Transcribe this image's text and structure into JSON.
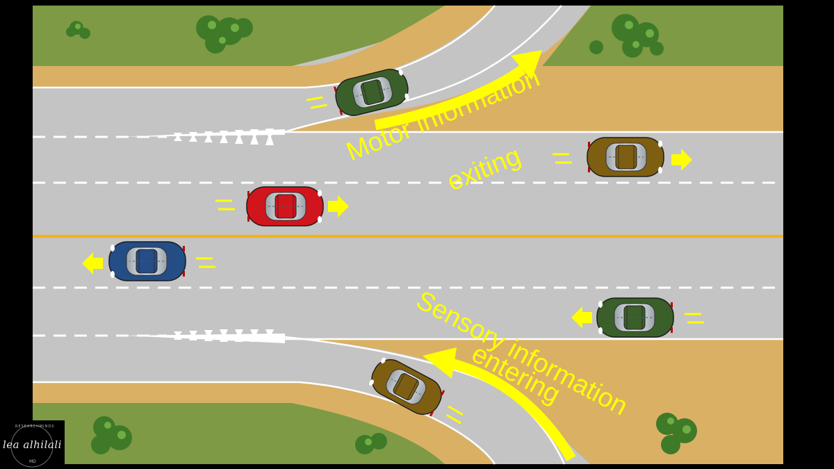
{
  "labels": {
    "motor_line1": "Motor information",
    "motor_line2": "exiting",
    "sensory_line1": "Sensory information",
    "sensory_line2": "entering"
  },
  "logo": {
    "signature": "lea alhilali",
    "tagline": "RESEARCHMINDS",
    "suffix": "MD"
  },
  "colors": {
    "background": "#000000",
    "road": "#c4c4c4",
    "grass": "#7e9a44",
    "shoulder": "#dab065",
    "lane_marking": "#ffffff",
    "center_line": "#f5b400",
    "annotation": "#ffff00",
    "car_red": "#d0161c",
    "car_blue": "#254d86",
    "car_green": "#3b5f2a",
    "car_brown": "#7e5f12"
  },
  "cars": [
    {
      "name": "car-green-ramp",
      "color": "green",
      "direction": "exiting-up-right"
    },
    {
      "name": "car-brown-top",
      "color": "brown",
      "direction": "right"
    },
    {
      "name": "car-red",
      "color": "red",
      "direction": "right"
    },
    {
      "name": "car-blue",
      "color": "blue",
      "direction": "left"
    },
    {
      "name": "car-green-bottom",
      "color": "green",
      "direction": "left"
    },
    {
      "name": "car-brown-ramp",
      "color": "brown",
      "direction": "entering-up-left"
    }
  ]
}
